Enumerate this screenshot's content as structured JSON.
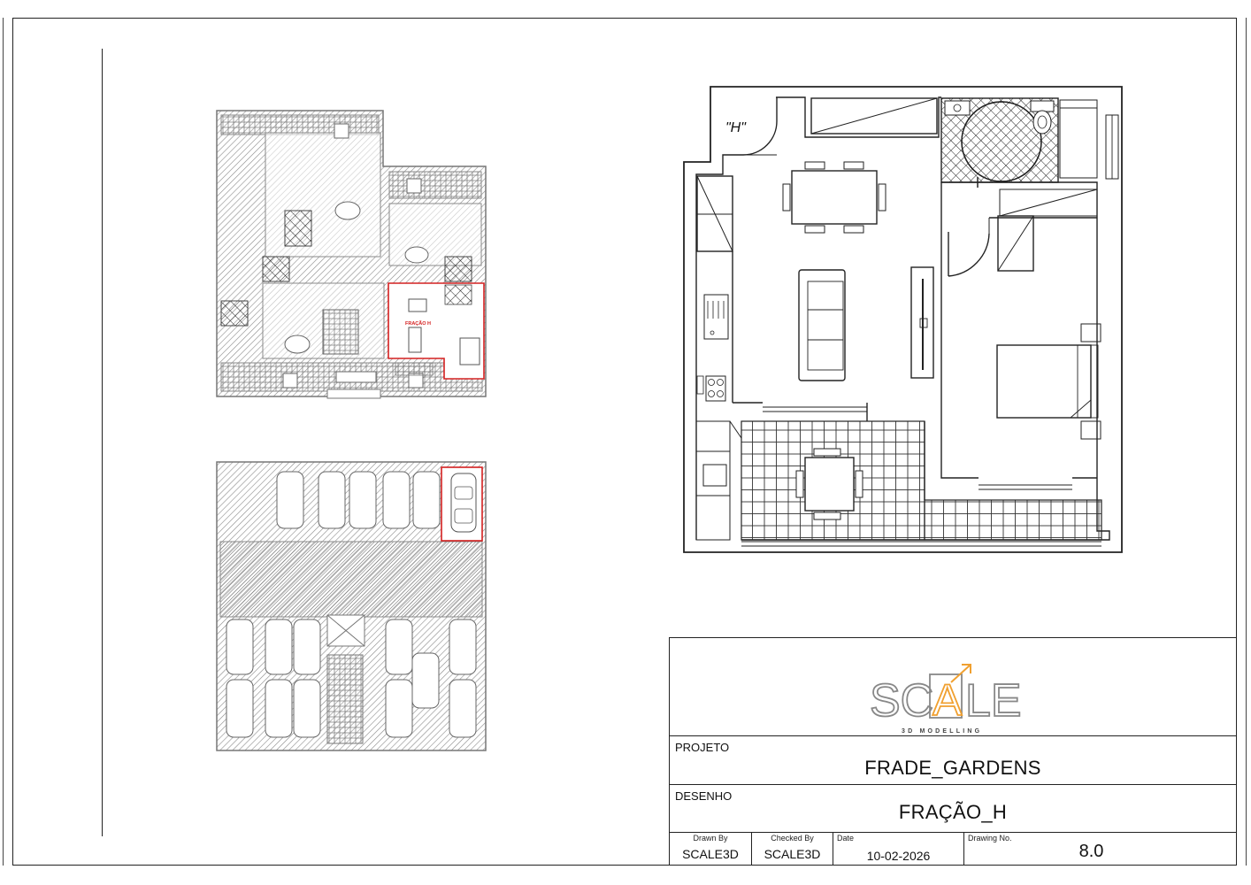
{
  "plan": {
    "unit_marker": "\"H\"",
    "unit_tag": "FRAÇÃO H"
  },
  "title_block": {
    "logo": {
      "text_left": "SC",
      "text_mark": "A",
      "text_right": "LE",
      "tagline": "3D MODELLING",
      "accent_color": "#f0a030",
      "primary_color": "#888888"
    },
    "projeto_label": "PROJETO",
    "projeto_value": "FRADE_GARDENS",
    "desenho_label": "DESENHO",
    "desenho_value": "FRAÇÃO_H",
    "drawn_by_label": "Drawn By",
    "drawn_by_value": "SCALE3D",
    "checked_by_label": "Checked By",
    "checked_by_value": "SCALE3D",
    "date_label": "Date",
    "date_value": "10-02-2026",
    "drawing_no_label": "Drawing No.",
    "drawing_no_value": "8.0"
  },
  "colors": {
    "line": "#222222",
    "key_plan": "#7a7a7a",
    "highlight": "#d42020"
  }
}
